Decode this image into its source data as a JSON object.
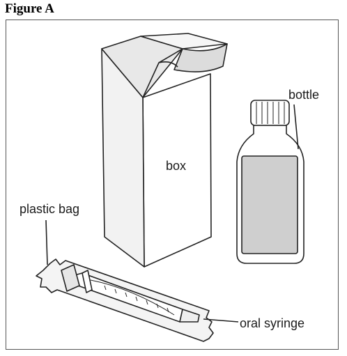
{
  "figure": {
    "title": "Figure A"
  },
  "labels": {
    "box": "box",
    "bottle": "bottle",
    "plastic_bag": "plastic bag",
    "oral_syringe": "oral syringe"
  }
}
